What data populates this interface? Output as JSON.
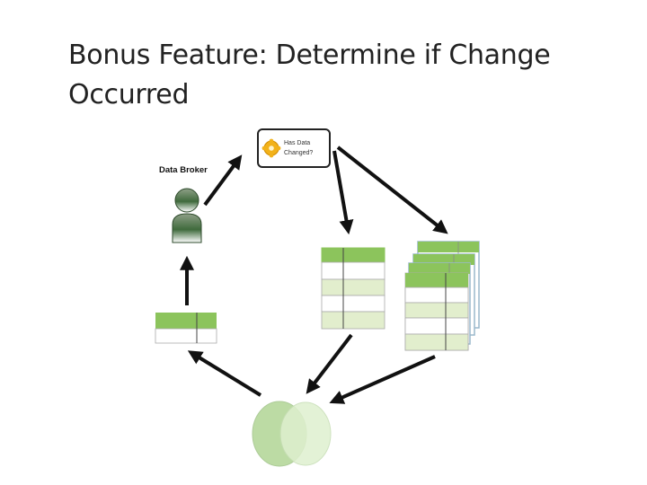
{
  "slide": {
    "title_line1": "Bonus Feature: Determine if Change",
    "title_line2": "Occurred"
  },
  "diagram": {
    "actor": {
      "label": "Data Broker",
      "icon": "person-icon"
    },
    "decision": {
      "line1": "Has Data",
      "line2": "Changed?",
      "icon": "gear-icon"
    },
    "colors": {
      "table_header": "#8cc45c",
      "table_band": "#e2eecd",
      "table_border": "#aaaaaa",
      "stack_accent": "#9ab8cc",
      "venn_left": "#b9daa0",
      "venn_right": "#dff0cf",
      "arrow": "#111111"
    }
  }
}
